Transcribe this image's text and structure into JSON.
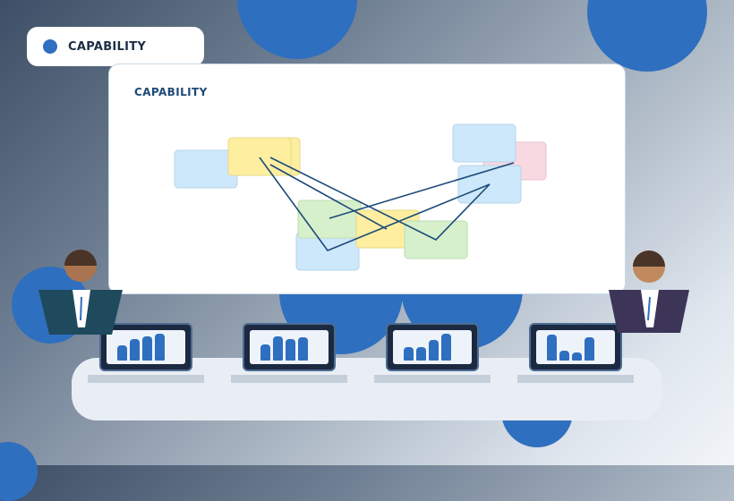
{
  "tag": {
    "label": "CAPABILITY"
  },
  "board": {
    "title": "CAPABILITY"
  },
  "colors": {
    "accent": "#2f6fbf",
    "node_blue": "#cde8fb",
    "node_yellow": "#fdeea0",
    "node_green": "#d6f0cc",
    "node_pink": "#f8d9e2",
    "connector": "#1d4a78",
    "shirt_left": "#1f4a5e",
    "shirt_right": "#3c3557"
  },
  "workstations": [
    {
      "bars": [
        0.55,
        0.8,
        0.9,
        1.0
      ]
    },
    {
      "bars": [
        0.6,
        0.9,
        0.8,
        0.85
      ]
    },
    {
      "bars": [
        0.5,
        0.5,
        0.75,
        1.0
      ]
    },
    {
      "bars": [
        0.95,
        0.35,
        0.3,
        0.85
      ]
    }
  ]
}
